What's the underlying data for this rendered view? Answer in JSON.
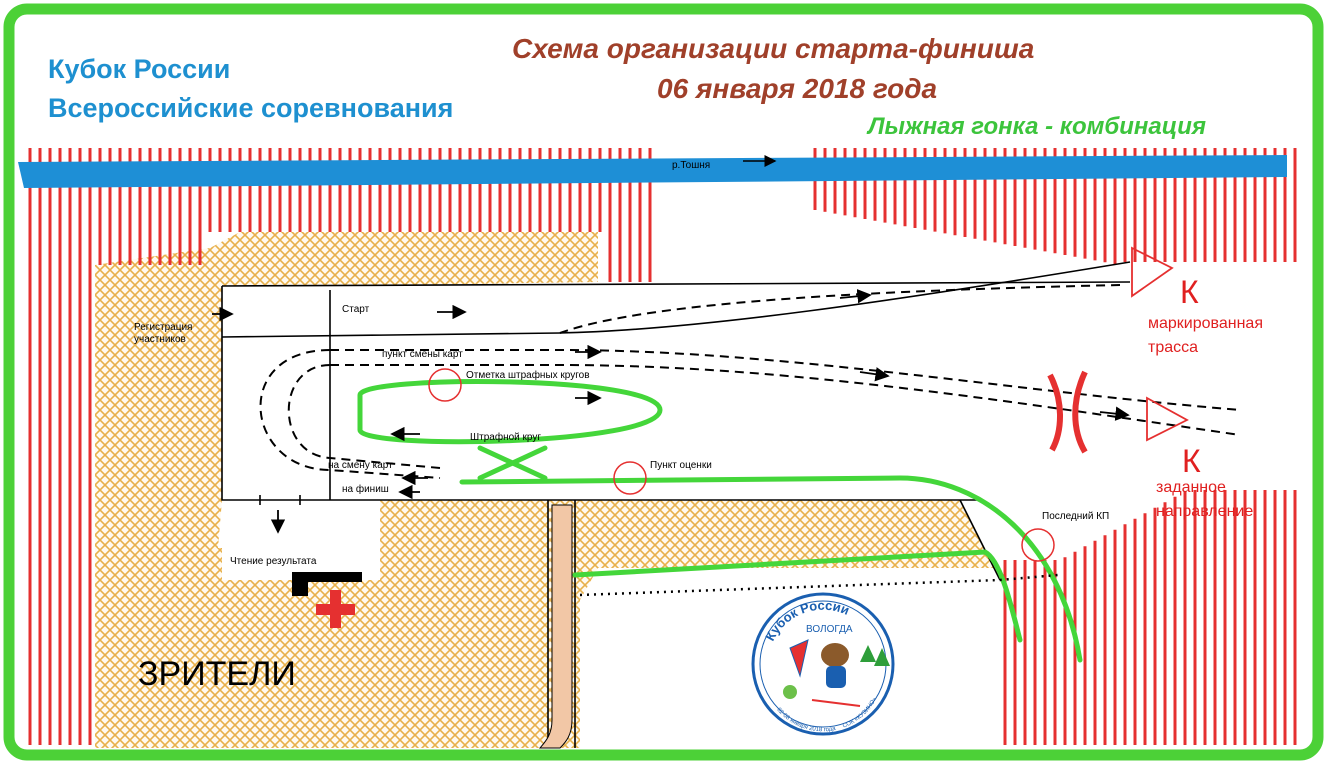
{
  "titles": {
    "left_line1": "Кубок России",
    "left_line2": "Всероссийские соревнования",
    "main_line1": "Схема организации старта-финиша",
    "main_line2": "06 января 2018 года",
    "discipline": "Лыжная гонка - комбинация"
  },
  "labels": {
    "river": "р.Тошня",
    "start": "Старт",
    "registration_line1": "Регистрация",
    "registration_line2": "участников",
    "map_change": "пункт смены карт",
    "penalty_mark": "Отметка штрафных кругов",
    "penalty_loop": "Штрафной круг",
    "to_map_change": "на смену карт",
    "to_finish": "на финиш",
    "evaluation_point": "Пункт оценки",
    "last_cp": "Последний КП",
    "results_reading": "Чтение результата",
    "spectators": "ЗРИТЕЛИ"
  },
  "legend": {
    "k_symbol": "К",
    "marked_line1": "маркированная",
    "marked_line2": "трасса",
    "direction_line1": "заданное",
    "direction_line2": "направление"
  },
  "logo": {
    "title": "Кубок России",
    "city": "ВОЛОГДА",
    "bottom_left": "02-08 января 2018 года",
    "bottom_right": "СОК «КУЗИНО»"
  },
  "colors": {
    "frame": "#4cd137",
    "fence": "#e53030",
    "river": "#1e8fd6",
    "spectator_area": "#e8b04a",
    "green_track": "#44d63a",
    "title_blue": "#1e90d0",
    "title_brown": "#a0402a",
    "discipline_green": "#3cc43c"
  }
}
